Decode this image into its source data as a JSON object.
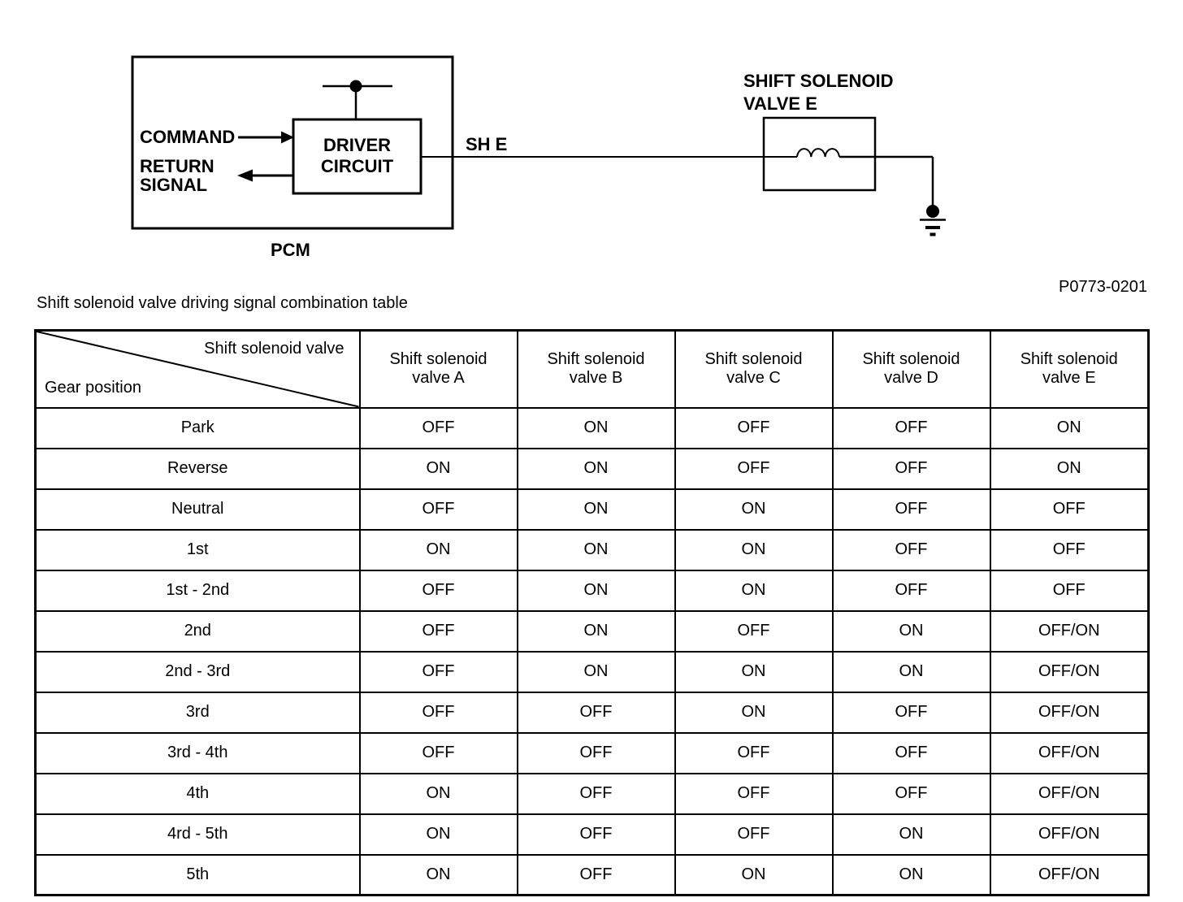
{
  "diagram": {
    "command_label": "COMMAND",
    "return_signal_label": [
      "RETURN",
      "SIGNAL"
    ],
    "driver_circuit_label": [
      "DRIVER",
      "CIRCUIT"
    ],
    "pcm_label": "PCM",
    "signal_name": "SH E",
    "solenoid_label": [
      "SHIFT SOLENOID",
      "VALVE E"
    ]
  },
  "figure_code": "P0773-0201",
  "table": {
    "title": "Shift solenoid valve driving signal combination table",
    "corner": {
      "top_right": "Shift solenoid valve",
      "bottom_left": "Gear position"
    },
    "columns": [
      [
        "Shift solenoid",
        "valve A"
      ],
      [
        "Shift solenoid",
        "valve B"
      ],
      [
        "Shift solenoid",
        "valve C"
      ],
      [
        "Shift solenoid",
        "valve D"
      ],
      [
        "Shift solenoid",
        "valve E"
      ]
    ],
    "rows": [
      {
        "gear": "Park",
        "values": [
          "OFF",
          "ON",
          "OFF",
          "OFF",
          "ON"
        ]
      },
      {
        "gear": "Reverse",
        "values": [
          "ON",
          "ON",
          "OFF",
          "OFF",
          "ON"
        ]
      },
      {
        "gear": "Neutral",
        "values": [
          "OFF",
          "ON",
          "ON",
          "OFF",
          "OFF"
        ]
      },
      {
        "gear": "1st",
        "values": [
          "ON",
          "ON",
          "ON",
          "OFF",
          "OFF"
        ]
      },
      {
        "gear": "1st - 2nd",
        "values": [
          "OFF",
          "ON",
          "ON",
          "OFF",
          "OFF"
        ]
      },
      {
        "gear": "2nd",
        "values": [
          "OFF",
          "ON",
          "OFF",
          "ON",
          "OFF/ON"
        ]
      },
      {
        "gear": "2nd - 3rd",
        "values": [
          "OFF",
          "ON",
          "ON",
          "ON",
          "OFF/ON"
        ]
      },
      {
        "gear": "3rd",
        "values": [
          "OFF",
          "OFF",
          "ON",
          "OFF",
          "OFF/ON"
        ]
      },
      {
        "gear": "3rd - 4th",
        "values": [
          "OFF",
          "OFF",
          "OFF",
          "OFF",
          "OFF/ON"
        ]
      },
      {
        "gear": "4th",
        "values": [
          "ON",
          "OFF",
          "OFF",
          "OFF",
          "OFF/ON"
        ]
      },
      {
        "gear": "4rd - 5th",
        "values": [
          "ON",
          "OFF",
          "OFF",
          "ON",
          "OFF/ON"
        ]
      },
      {
        "gear": "5th",
        "values": [
          "ON",
          "OFF",
          "ON",
          "ON",
          "OFF/ON"
        ]
      }
    ]
  }
}
